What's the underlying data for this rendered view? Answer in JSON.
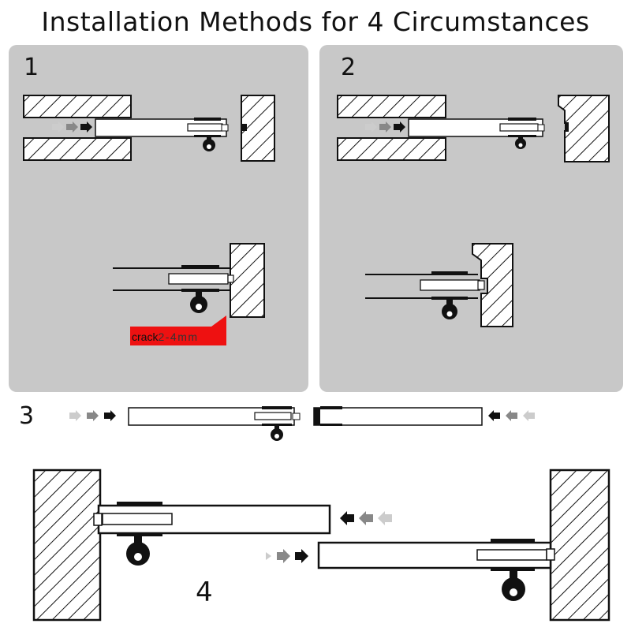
{
  "title": "Installation Methods for 4 Circumstances",
  "panels": [
    {
      "number": "1"
    },
    {
      "number": "2"
    },
    {
      "number": "3"
    },
    {
      "number": "4"
    }
  ],
  "annotation": {
    "label_prefix": "crack",
    "label_value": "2-4mm"
  },
  "colors": {
    "panel_bg": "#c8c8c8",
    "line": "#111111",
    "crack_red": "#ee1111",
    "crack_text": "#333333",
    "arrow_light": "#cccccc",
    "arrow_mid": "#888888",
    "arrow_dark": "#111111"
  }
}
